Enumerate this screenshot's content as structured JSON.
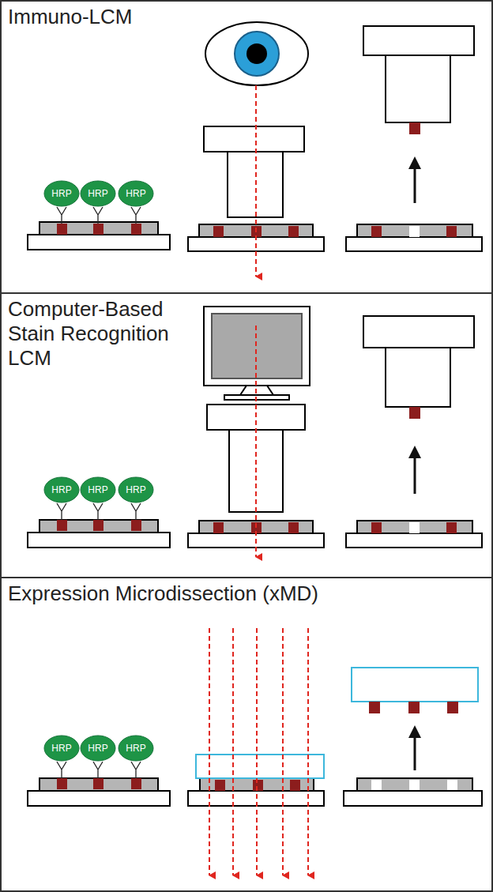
{
  "diagram": {
    "nodes": [
      {
        "text": [
          "Immuno-LCM"
        ]
      },
      {
        "text": [
          "HRP"
        ],
        "in": 0
      },
      {
        "text": [
          "HRP"
        ],
        "in": 0
      },
      {
        "text": [
          "HRP"
        ],
        "in": 0
      },
      {
        "text": [
          "Computer-Based Stain Recognition LCM"
        ]
      },
      {
        "text": [
          "HRP"
        ],
        "in": 4
      },
      {
        "text": [
          "HRP"
        ],
        "in": 4
      },
      {
        "text": [
          "HRP"
        ],
        "in": 4
      },
      {
        "text": [
          "Expression Microdissection (xMD)"
        ]
      },
      {
        "text": [
          "HRP"
        ],
        "in": 8
      },
      {
        "text": [
          "HRP"
        ],
        "in": 8
      },
      {
        "text": [
          "HRP"
        ],
        "in": 8
      }
    ]
  }
}
